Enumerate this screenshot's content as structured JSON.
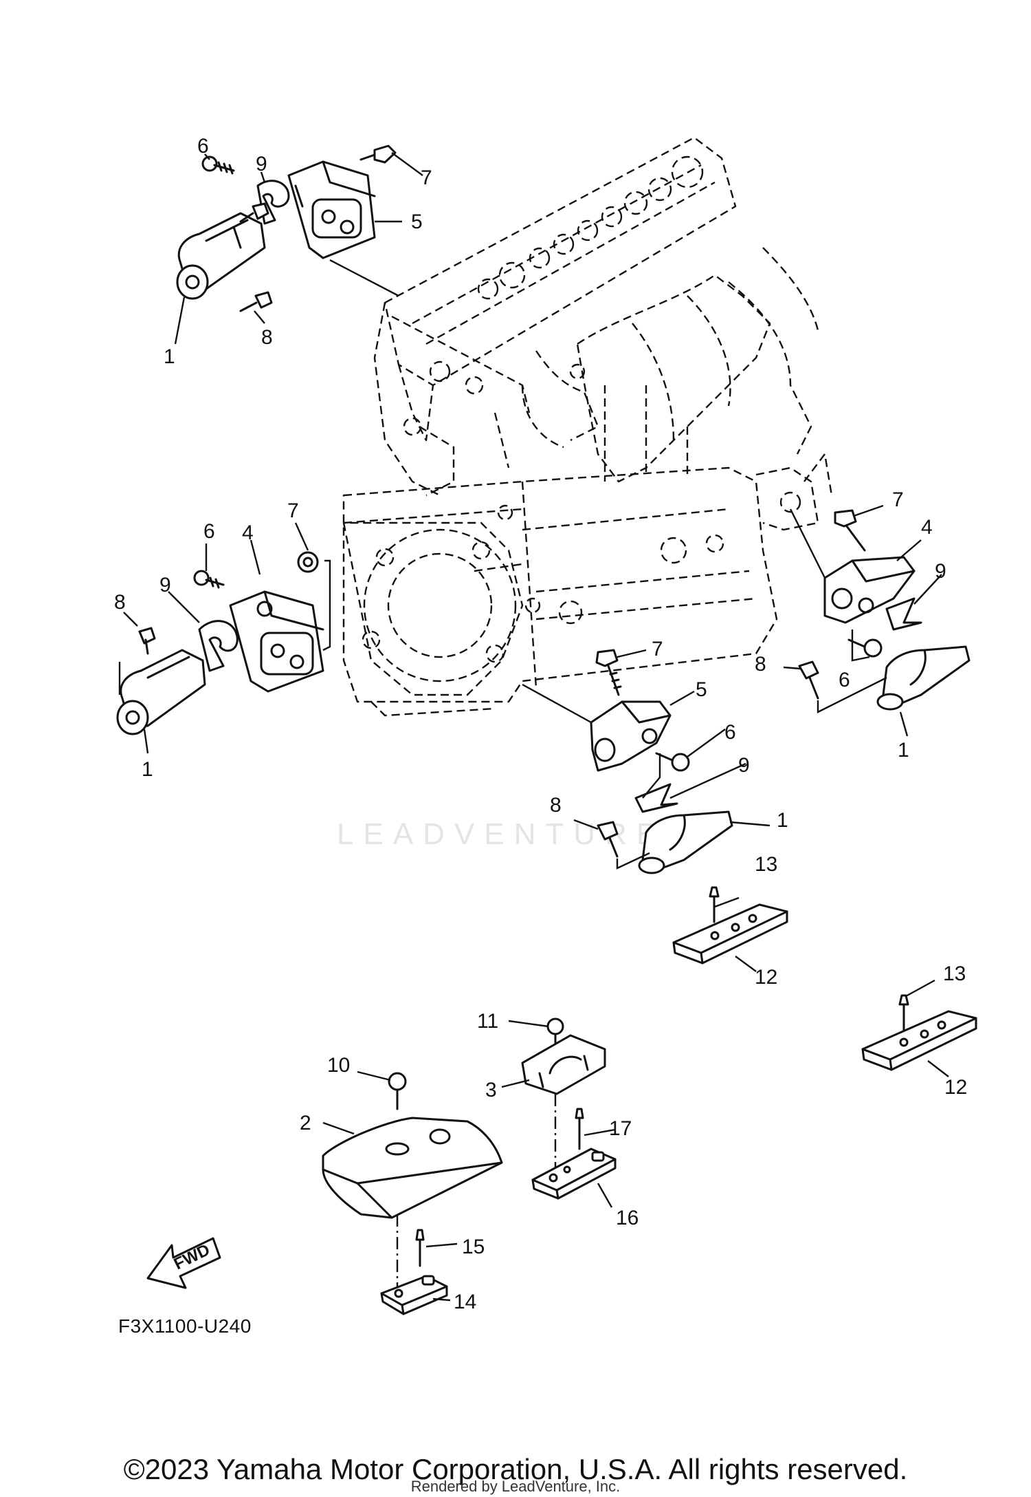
{
  "diagram": {
    "callouts": [
      {
        "id": "c6a",
        "text": "6"
      },
      {
        "id": "c9a",
        "text": "9"
      },
      {
        "id": "c7a",
        "text": "7"
      },
      {
        "id": "c5a",
        "text": "5"
      },
      {
        "id": "c1a",
        "text": "1"
      },
      {
        "id": "c8a",
        "text": "8"
      },
      {
        "id": "c6b",
        "text": "6"
      },
      {
        "id": "c4b",
        "text": "4"
      },
      {
        "id": "c7b",
        "text": "7"
      },
      {
        "id": "c8b",
        "text": "8"
      },
      {
        "id": "c9b",
        "text": "9"
      },
      {
        "id": "c1b",
        "text": "1"
      },
      {
        "id": "c7c",
        "text": "7"
      },
      {
        "id": "c4c",
        "text": "4"
      },
      {
        "id": "c9c",
        "text": "9"
      },
      {
        "id": "c8c",
        "text": "8"
      },
      {
        "id": "c6c",
        "text": "6"
      },
      {
        "id": "c1c",
        "text": "1"
      },
      {
        "id": "c7d",
        "text": "7"
      },
      {
        "id": "c5d",
        "text": "5"
      },
      {
        "id": "c6d",
        "text": "6"
      },
      {
        "id": "c9d",
        "text": "9"
      },
      {
        "id": "c8d",
        "text": "8"
      },
      {
        "id": "c1d",
        "text": "1"
      },
      {
        "id": "c13a",
        "text": "13"
      },
      {
        "id": "c12a",
        "text": "12"
      },
      {
        "id": "c13b",
        "text": "13"
      },
      {
        "id": "c12b",
        "text": "12"
      },
      {
        "id": "c11",
        "text": "11"
      },
      {
        "id": "c3",
        "text": "3"
      },
      {
        "id": "c17",
        "text": "17"
      },
      {
        "id": "c16",
        "text": "16"
      },
      {
        "id": "c10",
        "text": "10"
      },
      {
        "id": "c2",
        "text": "2"
      },
      {
        "id": "c15",
        "text": "15"
      },
      {
        "id": "c14",
        "text": "14"
      }
    ],
    "fwd_label": "FWD",
    "diagram_code": "F3X1100-U240"
  },
  "footer": {
    "copyright": "©2023 Yamaha Motor Corporation, U.S.A. All rights reserved.",
    "rendered_by": "Rendered by LeadVenture, Inc."
  },
  "watermark": "LEADVENTURE"
}
